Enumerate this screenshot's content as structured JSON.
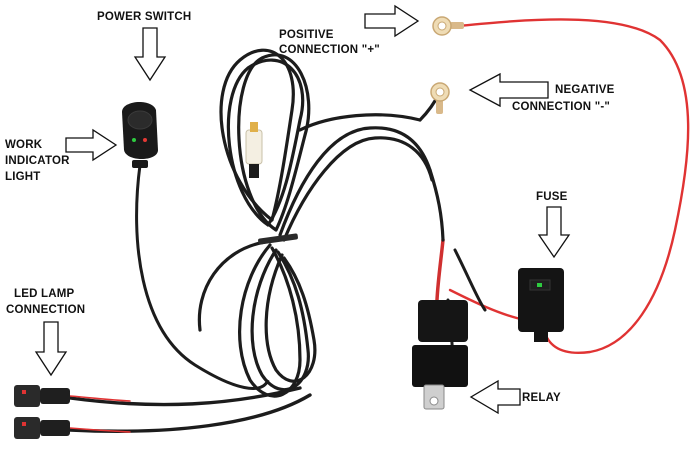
{
  "labels": {
    "power_switch": "POWER SWITCH",
    "positive_line1": "POSITIVE",
    "positive_line2": "CONNECTION \"+\"",
    "negative_line1": "NEGATIVE",
    "negative_line2": "CONNECTION \"-\"",
    "work_line1": "WORK",
    "work_line2": "INDICATOR",
    "work_line3": "LIGHT",
    "fuse": "FUSE",
    "led_line1": "LED LAMP",
    "led_line2": "CONNECTION",
    "relay": "RELAY"
  },
  "colors": {
    "background": "#ffffff",
    "cable": "#1c1c1c",
    "positive_wire": "#e03333",
    "ring_terminal": "#e8d3a8",
    "relay_body": "#151515",
    "fuse_holder": "#141414",
    "switch_body": "#1a1a1a",
    "indicator_green": "#2ecc40",
    "indicator_red": "#e53935"
  }
}
